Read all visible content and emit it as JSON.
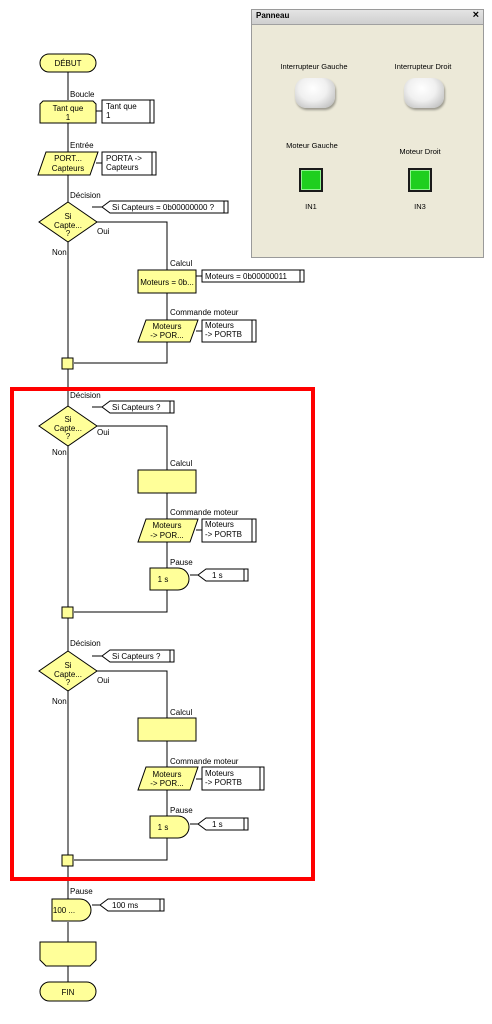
{
  "panel": {
    "title": "Panneau",
    "close": "×",
    "left_switch_label": "Interrupteur Gauche",
    "right_switch_label": "Interrupteur Droit",
    "left_motor_label": "Moteur Gauche",
    "right_motor_label": "Moteur Droit",
    "left_input_label": "IN1",
    "right_input_label": "IN3",
    "led_color": "#1fcf1f"
  },
  "flow": {
    "start": "DÉBUT",
    "loop_caption": "Boucle",
    "loop_box": [
      "Tant que",
      "1"
    ],
    "loop_note": [
      "Tant que",
      "1"
    ],
    "input_caption": "Entrée",
    "input_box": [
      "PORT...",
      "Capteurs"
    ],
    "input_note": [
      "PORTA ->",
      "Capteurs"
    ],
    "decision1_caption": "Décision",
    "decision1_box": [
      "Si",
      "Capte...",
      "?"
    ],
    "decision1_note": "Si  Capteurs = 0b00000000 ?",
    "yes": "Oui",
    "no": "Non",
    "calc1_caption": "Calcul",
    "calc1_box": "Moteurs = 0b...",
    "calc1_note": "Moteurs = 0b00000011",
    "cmd1_caption": "Commande moteur",
    "cmd1_box": [
      "Moteurs",
      "-> POR..."
    ],
    "cmd1_note": [
      "Moteurs",
      "-> PORTB"
    ],
    "decision2_caption": "Décision",
    "decision2_box": [
      "Si",
      "Capte...",
      "?"
    ],
    "decision2_note": "Si  Capteurs ?",
    "calc2_caption": "Calcul",
    "cmd2_caption": "Commande moteur",
    "cmd2_box": [
      "Moteurs",
      "-> POR..."
    ],
    "cmd2_note": [
      "Moteurs",
      "-> PORTB"
    ],
    "pause2_caption": "Pause",
    "pause2_box": "1 s",
    "pause2_note": "1 s",
    "decision3_caption": "Décision",
    "decision3_box": [
      "Si",
      "Capte...",
      "?"
    ],
    "decision3_note": "Si  Capteurs ?",
    "calc3_caption": "Calcul",
    "cmd3_caption": "Commande moteur",
    "cmd3_box": [
      "Moteurs",
      "-> POR..."
    ],
    "cmd3_note": [
      "Moteurs",
      "-> PORTB"
    ],
    "pause3_caption": "Pause",
    "pause3_box": "1 s",
    "pause3_note": "1 s",
    "pause_final_caption": "Pause",
    "pause_final_box": "100 ...",
    "pause_final_note": "100 ms",
    "end": "FIN"
  },
  "colors": {
    "block_fill": "#ffff99",
    "highlight_border": "#ff0000"
  }
}
